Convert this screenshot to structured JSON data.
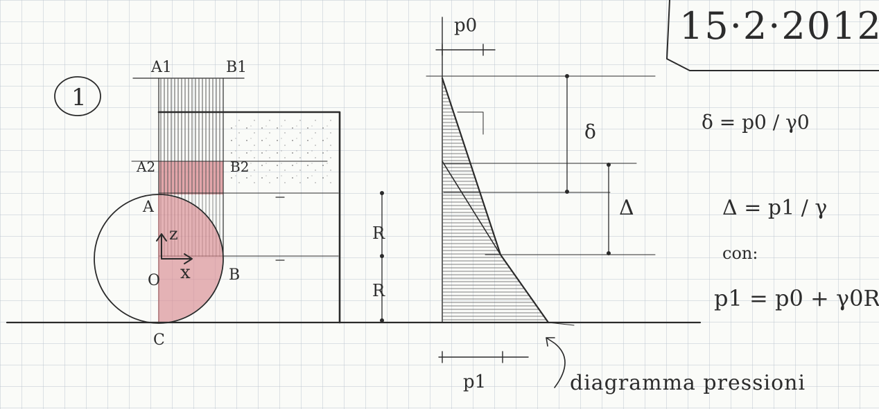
{
  "date": "15·2·2012",
  "problem_number": "1",
  "points": {
    "A1": "A1",
    "B1": "B1",
    "A2": "A2",
    "B2": "B2",
    "A": "A",
    "B": "B",
    "C": "C",
    "O": "O"
  },
  "axes": {
    "z": "z",
    "x": "x"
  },
  "radius_labels": [
    "R",
    "R"
  ],
  "pressure_labels": {
    "top": "p0",
    "bottom": "p1"
  },
  "delta_label": "δ",
  "Delta_label": "Δ",
  "formulas": {
    "delta": "δ = p0 / γ0",
    "Delta": "Δ = p1 / γ",
    "con": "con:",
    "p1": "p1 = p0 + γ0R"
  },
  "caption": "diagramma pressioni",
  "colors": {
    "ink": "#2a2a2a",
    "grid": "#b9c3cc",
    "fill_red": "#d98a90"
  }
}
